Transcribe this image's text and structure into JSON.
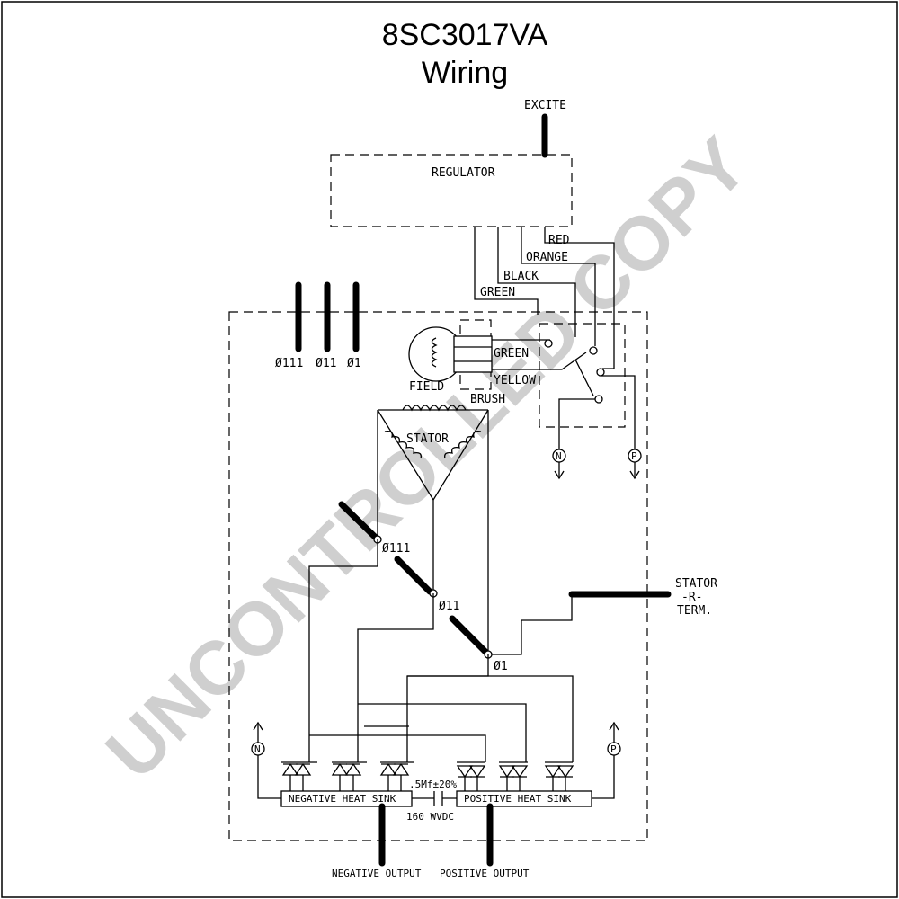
{
  "title": {
    "line1": "8SC3017VA",
    "line2": "Wiring"
  },
  "watermark": "UNCONTROLLED COPY",
  "labels": {
    "excite": "EXCITE",
    "regulator": "REGULATOR",
    "red": "RED",
    "orange": "ORANGE",
    "black": "BLACK",
    "green_top": "GREEN",
    "green_brush": "GREEN",
    "yellow": "YELLOW",
    "field": "FIELD",
    "brush": "BRUSH",
    "stator": "STATOR",
    "phase_top_1": "Ø111",
    "phase_top_2": "Ø11",
    "phase_top_3": "Ø1",
    "phase_mid_1": "Ø111",
    "phase_mid_2": "Ø11",
    "phase_mid_3": "Ø1",
    "stator_term_1": "STATOR",
    "stator_term_2": "-R-",
    "stator_term_3": "TERM.",
    "n_right": "N",
    "p_right": "P",
    "n_left": "N",
    "p_left": "P",
    "negative_heat_sink": "NEGATIVE HEAT SINK",
    "positive_heat_sink": "POSITIVE HEAT SINK",
    "capacitor_rating": ".5Mf±20%",
    "capacitor_voltage": "160 WVDC",
    "negative_output": "NEGATIVE OUTPUT",
    "positive_output": "POSITIVE OUTPUT"
  }
}
